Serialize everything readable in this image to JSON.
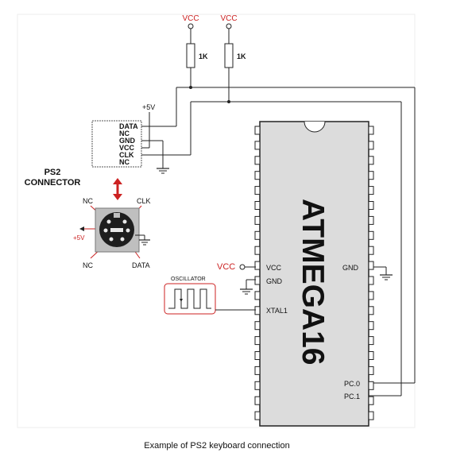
{
  "supply": {
    "vcc_left": "VCC",
    "vcc_right": "VCC",
    "r1": "1K",
    "r2": "1K",
    "plus5": "+5V"
  },
  "header_pins": [
    "DATA",
    "NC",
    "GND",
    "VCC",
    "CLK",
    "NC"
  ],
  "ps2": {
    "title_line1": "PS2",
    "title_line2": "CONNECTOR",
    "nc_top": "NC",
    "clk": "CLK",
    "plus5": "+5V",
    "nc_bottom": "NC",
    "data": "DATA"
  },
  "mcu": {
    "name": "ATMEGA16",
    "vcc_in": "VCC",
    "pin_vcc": "VCC",
    "pin_gnd_left": "GND",
    "pin_xtal1": "XTAL1",
    "pin_gnd_right": "GND",
    "pin_pc0": "PC.0",
    "pin_pc1": "PC.1"
  },
  "oscillator": {
    "label": "OSCILLATOR"
  },
  "caption": "Example of PS2 keyboard connection",
  "colors": {
    "accent_red": "#cc2222",
    "chip_fill": "#dcdcdc",
    "connector_fill": "#bfbfbf"
  }
}
